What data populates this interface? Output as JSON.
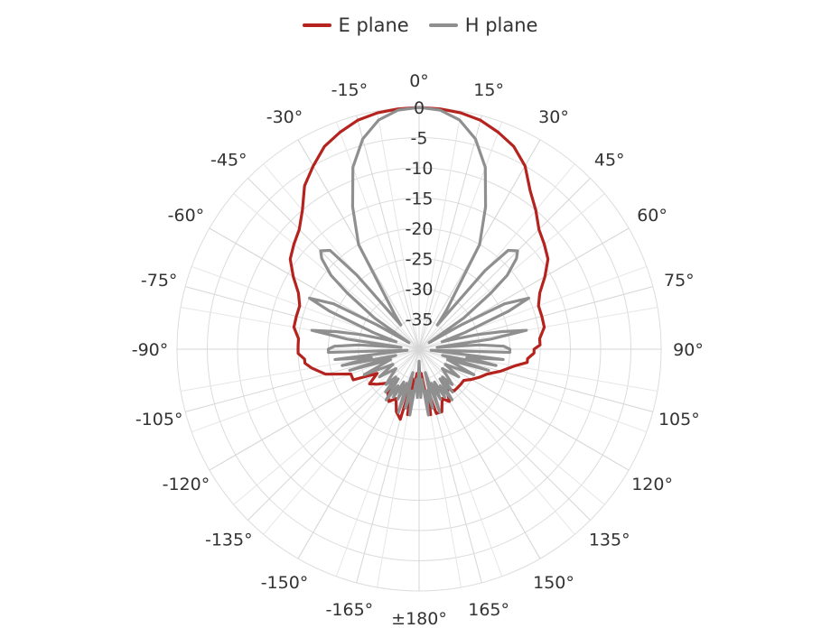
{
  "chart_data": {
    "type": "polar-line",
    "radial_axis": {
      "min": -40,
      "max": 0,
      "ticks": [
        0,
        -5,
        -10,
        -15,
        -20,
        -25,
        -30,
        -35
      ],
      "tick_labels": [
        "0",
        "-5",
        "-10",
        "-15",
        "-20",
        "-25",
        "-30",
        "-35"
      ]
    },
    "angular_axis": {
      "direction": "clockwise",
      "zero": "top",
      "label_ticks": [
        0,
        15,
        30,
        45,
        60,
        75,
        90,
        105,
        120,
        135,
        150,
        165,
        180,
        -165,
        -150,
        -135,
        -120,
        -105,
        -90,
        -75,
        -60,
        -45,
        -30,
        -15
      ],
      "tick_labels": [
        "0°",
        "15°",
        "30°",
        "45°",
        "60°",
        "75°",
        "90°",
        "105°",
        "120°",
        "135°",
        "150°",
        "165°",
        "±180°",
        "-165°",
        "-150°",
        "-135°",
        "-120°",
        "-105°",
        "-90°",
        "-75°",
        "-60°",
        "-45°",
        "-30°",
        "-15°"
      ],
      "minor_step": 10
    },
    "grid": true,
    "legend_placement": "top",
    "series": [
      {
        "name": "E plane",
        "color": "#b5231f",
        "theta": [
          -180,
          -178,
          -175,
          -172,
          -170,
          -168,
          -165,
          -160,
          -155,
          -150,
          -145,
          -140,
          -135,
          -130,
          -125,
          -120,
          -115,
          -110,
          -105,
          -100,
          -97,
          -95,
          -92,
          -90,
          -88,
          -85,
          -80,
          -75,
          -70,
          -65,
          -60,
          -55,
          -50,
          -45,
          -40,
          -35,
          -30,
          -25,
          -20,
          -15,
          -10,
          -5,
          0,
          5,
          10,
          15,
          20,
          25,
          30,
          35,
          40,
          45,
          50,
          55,
          60,
          65,
          70,
          75,
          80,
          85,
          88,
          90,
          92,
          95,
          97,
          100,
          105,
          110,
          115,
          120,
          125,
          130,
          135,
          140,
          145,
          150,
          155,
          160,
          165,
          168,
          170,
          172,
          175,
          178,
          180
        ],
        "r": [
          -37,
          -33,
          -36,
          -33,
          -29,
          -35,
          -28,
          -29,
          -31,
          -30,
          -31,
          -33,
          -32,
          -31,
          -30,
          -32,
          -28,
          -28,
          -24,
          -22,
          -21,
          -21,
          -20,
          -20,
          -20,
          -20,
          -19,
          -19,
          -19,
          -18,
          -16,
          -14,
          -13,
          -12,
          -10,
          -7,
          -5,
          -3,
          -1.8,
          -0.8,
          -0.3,
          -0.1,
          0,
          -0.1,
          -0.3,
          -0.8,
          -1.8,
          -3,
          -5,
          -8,
          -10,
          -12,
          -13,
          -14,
          -16,
          -18,
          -19,
          -19,
          -19,
          -20,
          -20,
          -21,
          -21,
          -22,
          -22,
          -24,
          -26,
          -28,
          -29,
          -30,
          -31,
          -31,
          -31,
          -31,
          -32,
          -30,
          -31,
          -29,
          -29,
          -33,
          -29,
          -33,
          -36,
          -33,
          -37
        ]
      },
      {
        "name": "H plane",
        "color": "#8f8f8f",
        "theta": [
          -180,
          -178,
          -175,
          -172,
          -170,
          -167,
          -165,
          -162,
          -160,
          -157,
          -155,
          -152,
          -150,
          -147,
          -145,
          -142,
          -140,
          -137,
          -135,
          -130,
          -125,
          -120,
          -115,
          -110,
          -107,
          -105,
          -102,
          -100,
          -97,
          -95,
          -92,
          -90,
          -88,
          -86,
          -84,
          -82,
          -80,
          -78,
          -76,
          -74,
          -72,
          -70,
          -67,
          -65,
          -62,
          -60,
          -57,
          -55,
          -52,
          -50,
          -47,
          -45,
          -42,
          -40,
          -37,
          -35,
          -30,
          -25,
          -20,
          -15,
          -10,
          -5,
          0,
          5,
          10,
          15,
          20,
          25,
          30,
          35,
          37,
          40,
          42,
          45,
          47,
          50,
          52,
          55,
          57,
          60,
          62,
          65,
          67,
          70,
          72,
          74,
          76,
          78,
          80,
          82,
          84,
          86,
          88,
          90,
          92,
          95,
          97,
          100,
          102,
          105,
          107,
          110,
          115,
          120,
          125,
          130,
          135,
          137,
          140,
          142,
          145,
          147,
          150,
          152,
          155,
          157,
          160,
          162,
          165,
          167,
          170,
          172,
          175,
          178,
          180
        ],
        "r": [
          -38,
          -32,
          -35,
          -29,
          -33,
          -30,
          -36,
          -29,
          -34,
          -31,
          -34,
          -31,
          -33,
          -30,
          -34,
          -31,
          -34,
          -32,
          -33,
          -35,
          -32,
          -35,
          -30,
          -35,
          -28,
          -36,
          -27,
          -32,
          -26,
          -38,
          -25,
          -25,
          -26,
          -30,
          -37,
          -28,
          -22,
          -26,
          -30,
          -34,
          -36,
          -32,
          -24,
          -20,
          -24,
          -32,
          -38,
          -31,
          -25,
          -21,
          -18,
          -17,
          -18,
          -24,
          -35,
          -33,
          -20,
          -14,
          -8,
          -4,
          -1.5,
          -0.3,
          0,
          -0.3,
          -1.5,
          -4,
          -8,
          -14,
          -20,
          -32,
          -35,
          -23,
          -18,
          -17,
          -18,
          -21,
          -25,
          -31,
          -38,
          -32,
          -24,
          -20,
          -24,
          -32,
          -36,
          -34,
          -30,
          -26,
          -22,
          -28,
          -37,
          -30,
          -26,
          -25,
          -25,
          -38,
          -26,
          -32,
          -27,
          -36,
          -28,
          -35,
          -30,
          -35,
          -32,
          -35,
          -33,
          -32,
          -34,
          -31,
          -34,
          -30,
          -33,
          -31,
          -34,
          -31,
          -34,
          -29,
          -36,
          -30,
          -33,
          -29,
          -35,
          -32,
          -38
        ]
      }
    ]
  }
}
